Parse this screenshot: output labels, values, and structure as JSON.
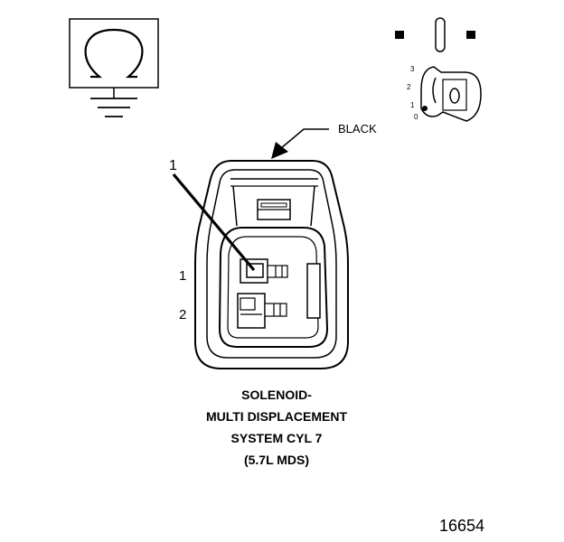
{
  "ohmmeter": {
    "symbol": "Ω",
    "icon": "ohm-ground-icon"
  },
  "ignition": {
    "positions": [
      "3",
      "2",
      "1",
      "0"
    ],
    "current": "0",
    "icon": "ignition-key-icon"
  },
  "connector": {
    "color_label": "BLACK",
    "callout": "1",
    "pins": [
      "1",
      "2"
    ]
  },
  "caption": {
    "line1": "SOLENOID-",
    "line2": "MULTI DISPLACEMENT",
    "line3": "SYSTEM CYL 7",
    "line4": "(5.7L MDS)"
  },
  "figure_number": "16654"
}
